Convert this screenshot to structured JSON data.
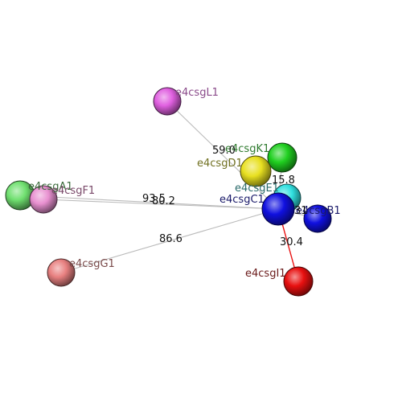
{
  "background": "#ffffff",
  "atoms": [
    {
      "id": "e4csgL1",
      "label": "e4csgL1",
      "color": "#e060e0",
      "label_color": "#8a4a8a"
    },
    {
      "id": "e4csgK1",
      "label": "e4csgK1",
      "color": "#20d020",
      "label_color": "#2e7a2e"
    },
    {
      "id": "e4csgD1",
      "label": "e4csgD1",
      "color": "#e8e020",
      "label_color": "#707020"
    },
    {
      "id": "e4csgA1",
      "label": "e4csgA1",
      "color": "#70e070",
      "label_color": "#3a6a3a"
    },
    {
      "id": "e4csgF1",
      "label": "e4csgF1",
      "color": "#e890d0",
      "label_color": "#7a4a6a"
    },
    {
      "id": "e4csgE1",
      "label": "e4csgE1",
      "color": "#30e0e0",
      "label_color": "#2a6a6a"
    },
    {
      "id": "e4csgC1",
      "label": "e4csgC1",
      "color": "#1010e0",
      "label_color": "#1a1a6a"
    },
    {
      "id": "e4csgB1",
      "label": "e4csgB1",
      "color": "#1010e0",
      "label_color": "#1a1a6a"
    },
    {
      "id": "e4csgG1",
      "label": "e4csgG1",
      "color": "#e88080",
      "label_color": "#7a4a4a"
    },
    {
      "id": "e4csgI1",
      "label": "e4csgI1",
      "color": "#e81010",
      "label_color": "#6a1a1a"
    }
  ],
  "bonds": [
    {
      "from": "e4csgL1",
      "to": "e4csgC1",
      "label": "59.0",
      "color": "#bbbbbb"
    },
    {
      "from": "e4csgA1",
      "to": "e4csgC1",
      "label": "93.5",
      "color": "#bbbbbb"
    },
    {
      "from": "e4csgF1",
      "to": "e4csgC1",
      "label": "80.2",
      "color": "#bbbbbb"
    },
    {
      "from": "e4csgG1",
      "to": "e4csgC1",
      "label": "86.6",
      "color": "#bbbbbb"
    },
    {
      "from": "e4csgK1",
      "to": "e4csgC1",
      "label": "15.8",
      "color": "#bbbbbb"
    },
    {
      "from": "e4csgB1",
      "to": "e4csgC1",
      "label": "31",
      "color": "#bbbbbb"
    },
    {
      "from": "e4csgI1",
      "to": "e4csgC1",
      "label": "30.4",
      "color": "#e81010"
    }
  ]
}
